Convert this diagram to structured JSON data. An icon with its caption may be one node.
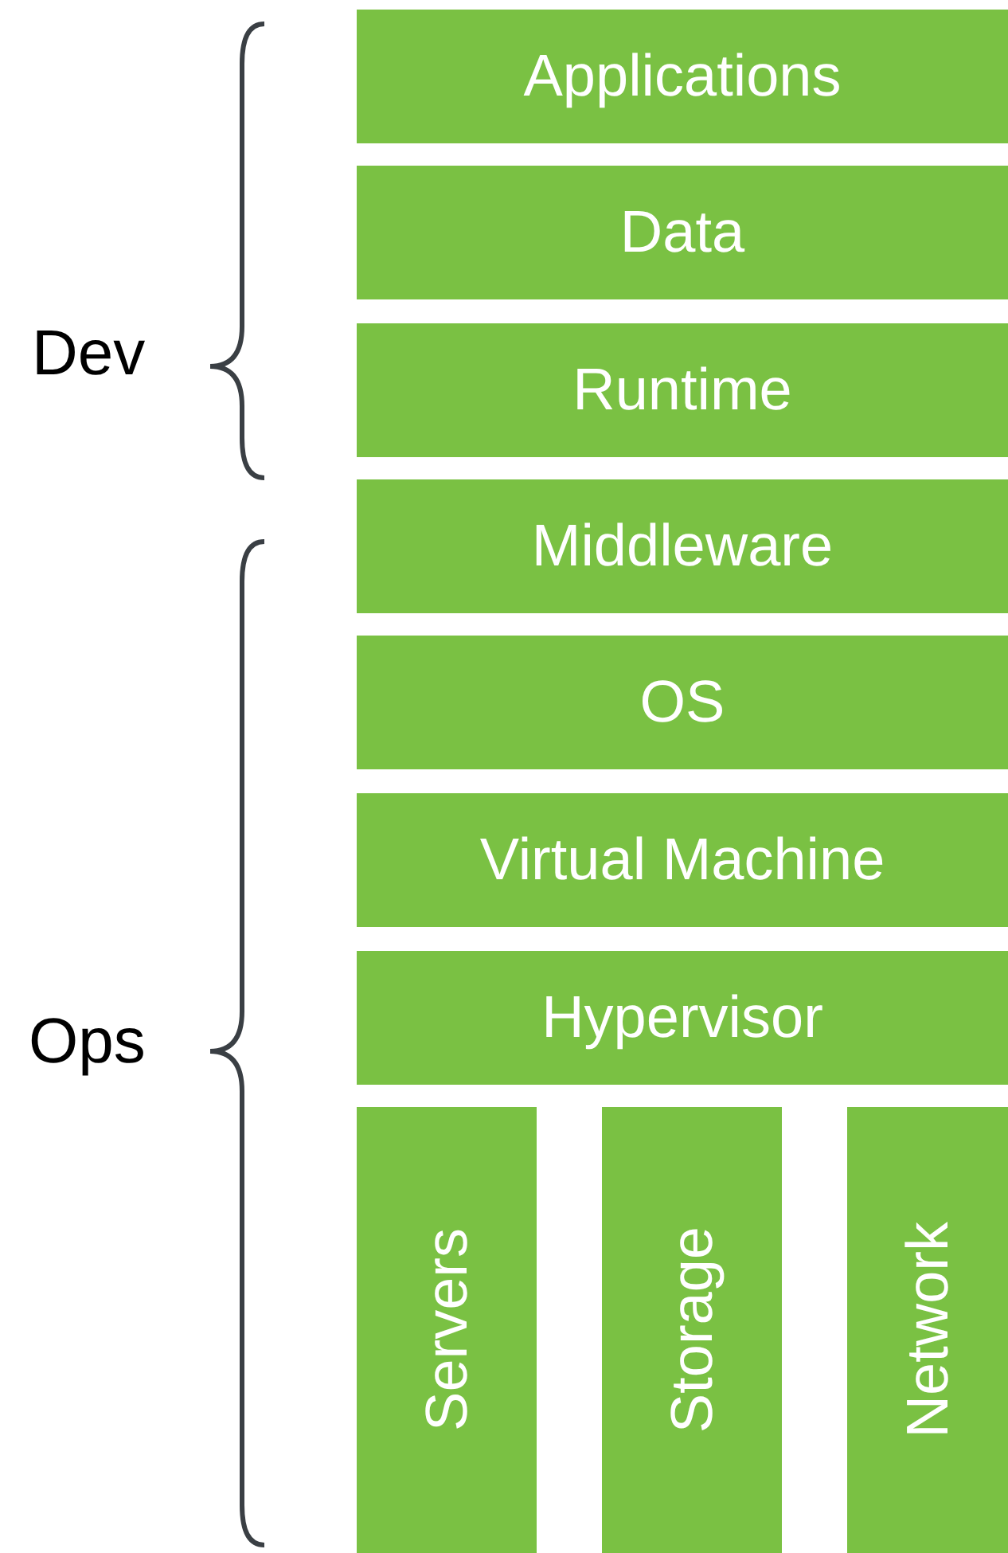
{
  "diagram": {
    "nodes": [
      {
        "text": [
          "Applications"
        ]
      },
      {
        "text": [
          "Data"
        ]
      },
      {
        "text": [
          "Runtime"
        ]
      },
      {
        "text": [
          "Middleware"
        ]
      },
      {
        "text": [
          "OS"
        ]
      },
      {
        "text": [
          "Virtual Machine"
        ]
      },
      {
        "text": [
          "Hypervisor"
        ]
      },
      {
        "text": [
          "Servers"
        ]
      },
      {
        "text": [
          "Storage"
        ]
      },
      {
        "text": [
          "Network"
        ]
      }
    ],
    "labels": [
      "Dev",
      "Ops"
    ]
  }
}
